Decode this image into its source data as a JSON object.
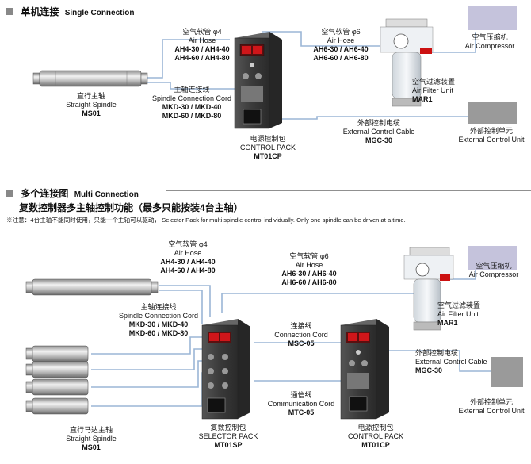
{
  "single": {
    "title_cn": "单机连接",
    "title_en": "Single Connection",
    "air_hose": {
      "cn": "空气软管 φ4",
      "en": "Air Hose",
      "models": [
        "AH4-30 / AH4-40",
        "AH4-60 / AH4-80"
      ]
    },
    "air_hose6": {
      "cn": "空气软管 φ6",
      "en": "Air Hose",
      "models": [
        "AH6-30 / AH6-40",
        "AH6-60 / AH6-80"
      ]
    },
    "cord": {
      "cn": "主轴连接线",
      "en": "Spindle Connection Cord",
      "models": [
        "MKD-30 / MKD-40",
        "MKD-60 / MKD-80"
      ]
    },
    "spindle": {
      "cn": "直行主轴",
      "en": "Straight Spindle",
      "model": "MS01"
    },
    "control_pack": {
      "cn": "电源控制包",
      "en": "CONTROL PACK",
      "model": "MT01CP"
    },
    "filter": {
      "cn": "空气过滤装置",
      "en": "Air Filter Unit",
      "model": "MAR1"
    },
    "compressor": {
      "cn": "空气压缩机",
      "en": "Air Compressor"
    },
    "ext_cable": {
      "cn": "外部控制电缆",
      "en": "External Control Cable",
      "model": "MGC-30"
    },
    "ext_unit": {
      "cn": "外部控制单元",
      "en": "External Control Unit"
    }
  },
  "multi": {
    "title_cn": "多个连接图",
    "title_en": "Multi Connection",
    "subtitle": "复数控制器多主轴控制功能（最多只能按装4台主轴）",
    "note": "※注意：4台主轴不能同时使用，只能一个主轴可以驱动，    Selector Pack for multi spindle control individually. Only one spindle can be driven at a time.",
    "air_hose": {
      "cn": "空气软管 φ4",
      "en": "Air Hose",
      "models": [
        "AH4-30 / AH4-40",
        "AH4-60 / AH4-80"
      ]
    },
    "air_hose6": {
      "cn": "空气软管 φ6",
      "en": "Air Hose",
      "models": [
        "AH6-30 / AH6-40",
        "AH6-60 / AH6-80"
      ]
    },
    "cord": {
      "cn": "主轴连接线",
      "en": "Spindle Connection Cord",
      "models": [
        "MKD-30 / MKD-40",
        "MKD-60 / MKD-80"
      ]
    },
    "conn_cord": {
      "cn": "连接线",
      "en": "Connection Cord",
      "model": "MSC-05"
    },
    "comm_cord": {
      "cn": "通信线",
      "en": "Communication Cord",
      "model": "MTC-05"
    },
    "spindle": {
      "cn": "直行马达主轴",
      "en": "Straight Spindle",
      "model": "MS01"
    },
    "selector": {
      "cn": "复数控制包",
      "en": "SELECTOR PACK",
      "model": "MT01SP"
    },
    "control_pack": {
      "cn": "电源控制包",
      "en": "CONTROL PACK",
      "model": "MT01CP"
    },
    "compressor": {
      "cn": "空气压缩机",
      "en": "Air Compressor"
    },
    "filter": {
      "cn": "空气过滤装置",
      "en": "Air Filter Unit",
      "model": "MAR1"
    },
    "ext_cable": {
      "cn": "外部控制电缆",
      "en": "External Control Cable",
      "model": "MGC-30"
    },
    "ext_unit": {
      "cn": "外部控制单元",
      "en": "External Control Unit"
    }
  },
  "colors": {
    "wire": "#9bb6d6",
    "panel": "#3a3a3a",
    "gray_block": "#9a9a9a",
    "lavender": "#c5c3dc"
  }
}
